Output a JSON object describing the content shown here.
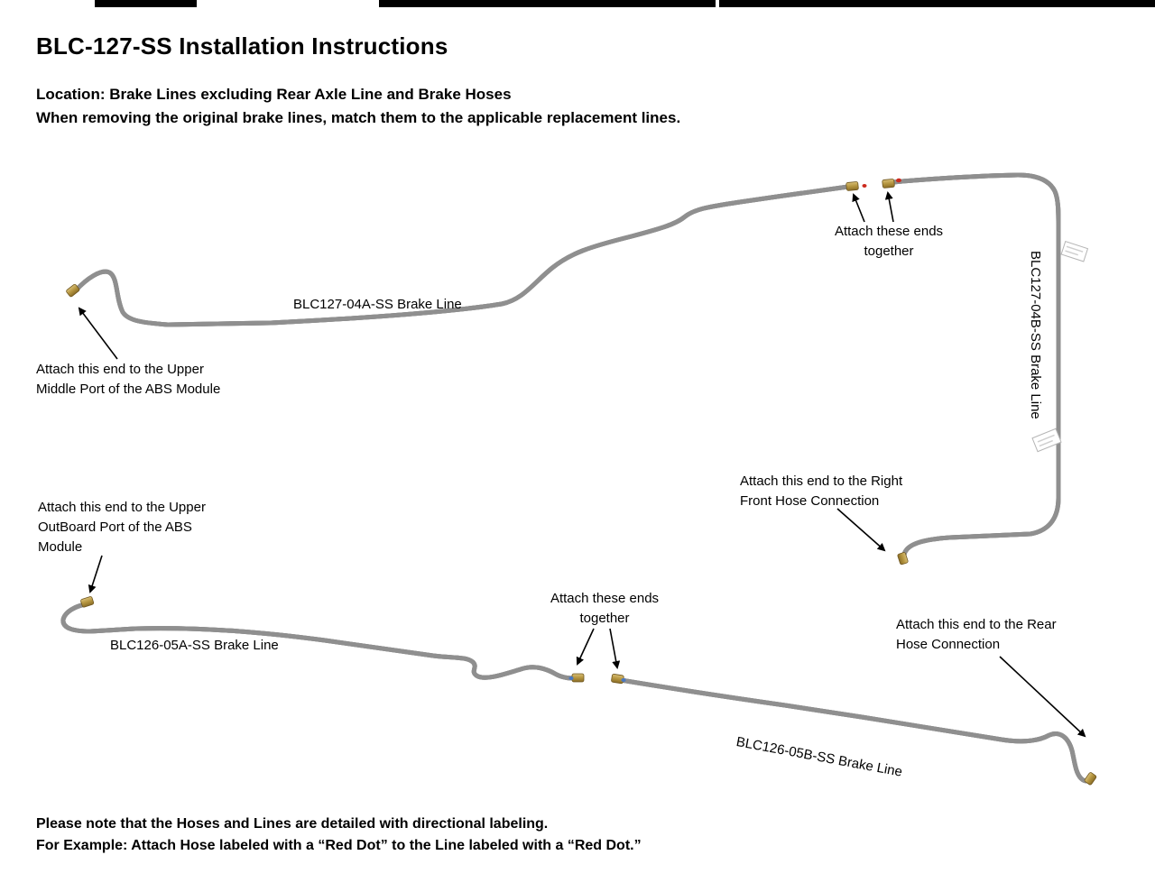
{
  "page": {
    "title": "BLC-127-SS Installation Instructions",
    "location_line": "Location: Brake Lines excluding Rear Axle Line and Brake Hoses",
    "instruction_line": "When removing the original brake lines, match them to the applicable replacement lines.",
    "footer_note": "Please note that the Hoses and Lines are detailed with directional labeling.",
    "footer_example": "For Example: Attach Hose labeled with a “Red Dot” to the Line labeled with a “Red Dot.”"
  },
  "labels": {
    "line_04a": "BLC127-04A-SS Brake Line",
    "line_04b": "BLC127-04B-SS Brake Line",
    "line_05a": "BLC126-05A-SS Brake Line",
    "line_05b": "BLC126-05B-SS Brake Line",
    "attach_top": "Attach these ends\ntogether",
    "attach_mid": "Attach these ends\ntogether",
    "abs_middle_port": "Attach this end to the Upper\nMiddle Port of the ABS Module",
    "abs_outboard_port": "Attach this end to the Upper\nOutBoard Port of the ABS\nModule",
    "right_front_hose": "Attach this end to the Right\nFront Hose Connection",
    "rear_hose": "Attach this end to the Rear\nHose Connection"
  },
  "colors": {
    "line_shadow": "#8f8f8f",
    "line_body": "#bfbfbf",
    "line_highlight": "#e9e9e9",
    "fitting_brass": "#b5953f",
    "red_dot": "#cc2a1e",
    "blue_dot": "#4a78c0",
    "arrow": "#000000"
  }
}
